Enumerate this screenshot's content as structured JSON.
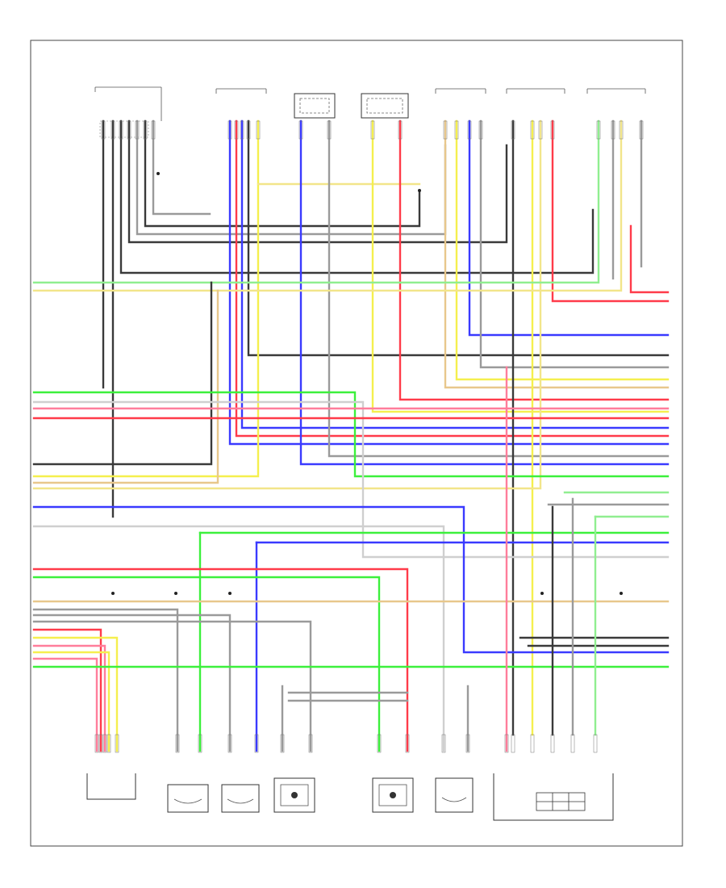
{
  "diagram": {
    "colors": {
      "black": "#3a3a3a",
      "gray": "#9a9a9a",
      "white_wire": "#cfcfcf",
      "red": "#ff3b4a",
      "pink": "#ff7d9b",
      "blue": "#3a3aff",
      "yellow": "#f5ef4e",
      "light_yellow": "#f2e58a",
      "green": "#3cf03c",
      "light_green": "#90ee90",
      "tan": "#e8c78c"
    },
    "components": [
      {
        "name": "top-component-1"
      },
      {
        "name": "top-component-2"
      },
      {
        "name": "top-component-3"
      },
      {
        "name": "top-component-4"
      },
      {
        "name": "top-component-5"
      },
      {
        "name": "top-component-6"
      },
      {
        "name": "top-component-7"
      },
      {
        "name": "bottom-component-1"
      },
      {
        "name": "bottom-component-2"
      },
      {
        "name": "bottom-component-3"
      },
      {
        "name": "bottom-component-4"
      },
      {
        "name": "bottom-component-5"
      },
      {
        "name": "bottom-component-6"
      },
      {
        "name": "bottom-component-7"
      }
    ]
  }
}
